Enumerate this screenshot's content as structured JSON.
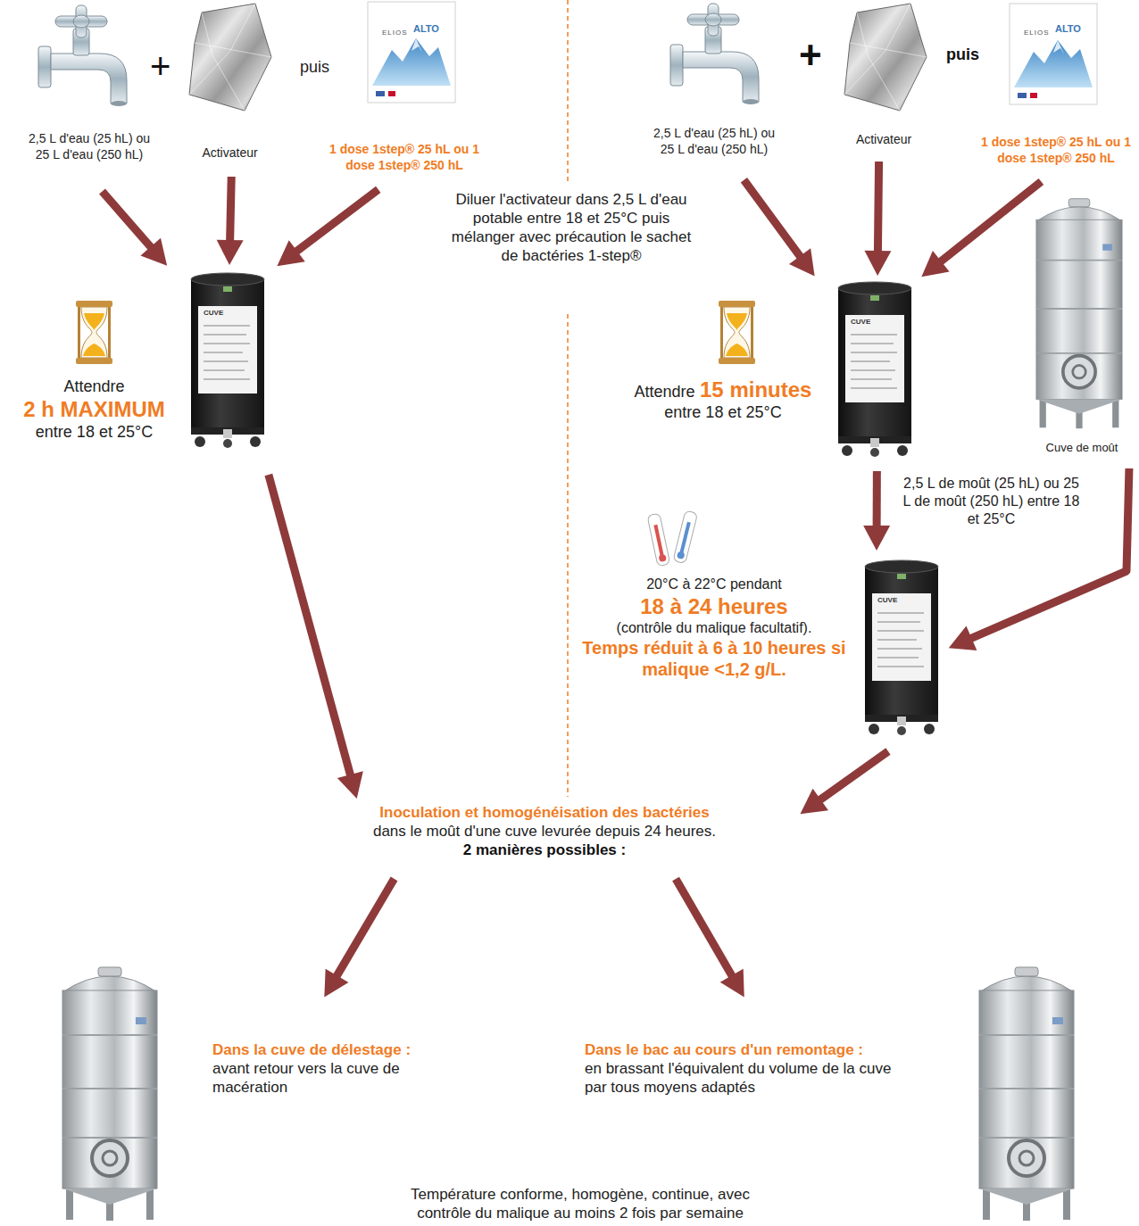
{
  "diagram": {
    "nodes": [
      {
        "text": [
          "2,5 L d'eau (25 hL) ou 25 L d'eau (250 hL)"
        ]
      },
      {
        "text": [
          "Activateur"
        ]
      },
      {
        "text": [
          "1 dose 1step® 25 hL ou 1 dose 1step® 250 hL"
        ]
      },
      {
        "text": [
          "Attendre",
          "2 h MAXIMUM",
          "entre 18 et 25°C"
        ]
      },
      {
        "text": [
          "2,5 L d'eau (25 hL) ou 25 L d'eau (250 hL)"
        ]
      },
      {
        "text": [
          "Activateur"
        ]
      },
      {
        "text": [
          "1 dose 1step® 25 hL ou 1 dose 1step® 250 hL"
        ]
      },
      {
        "text": [
          "Attendre",
          "15 minutes",
          "entre 18 et 25°C"
        ]
      },
      {
        "text": [
          "Cuve de moût"
        ]
      },
      {
        "text": [
          "20°C à 22°C pendant",
          "18 à 24 heures",
          "(contrôle du malique facultatif).",
          "Temps réduit à 6 à 10 heures si malique <1,2 g/L."
        ]
      },
      {
        "text": [
          "Inoculation et homogénéisation des bactéries",
          "dans le moût d'une cuve levurée depuis 24 heures.",
          "2 manières possibles :"
        ]
      },
      {
        "text": [
          "Dans la cuve de délestage :",
          "avant retour vers la cuve de macération"
        ]
      },
      {
        "text": [
          "Dans le bac au cours d'un remontage :",
          "en brassant l'équivalent du volume de la cuve par tous moyens adaptés"
        ]
      }
    ],
    "edges": [
      {
        "from": 0,
        "to": 3,
        "arrow": "to"
      },
      {
        "from": 1,
        "to": 3,
        "arrow": "to"
      },
      {
        "from": 2,
        "to": 3,
        "arrow": "to"
      },
      {
        "from": 4,
        "to": 7,
        "arrow": "to"
      },
      {
        "from": 5,
        "to": 7,
        "arrow": "to"
      },
      {
        "from": 6,
        "to": 7,
        "arrow": "to"
      },
      {
        "from": 7,
        "to": 9,
        "label": "2,5 L de moût (25 hL) ou 25 L de moût (250 hL) entre 18 et 25°C",
        "arrow": "to"
      },
      {
        "from": 8,
        "to": 9,
        "arrow": "to"
      },
      {
        "from": 3,
        "to": 10,
        "arrow": "to"
      },
      {
        "from": 9,
        "to": 10,
        "arrow": "to"
      },
      {
        "from": 10,
        "to": 11,
        "arrow": "to"
      },
      {
        "from": 10,
        "to": 12,
        "arrow": "to"
      }
    ],
    "labels": [
      "+",
      "puis",
      "ELIOS",
      "ALTO",
      "CUVE",
      "Diluer l'activateur dans 2,5 L d'eau potable entre 18 et 25°C puis mélanger avec précaution le sachet de bactéries 1-step®",
      "+",
      "puis",
      "ELIOS",
      "ALTO",
      "CUVE",
      "CUVE",
      "Température conforme, homogène, continue, avec contrôle du malique au moins 2 fois par semaine"
    ]
  }
}
